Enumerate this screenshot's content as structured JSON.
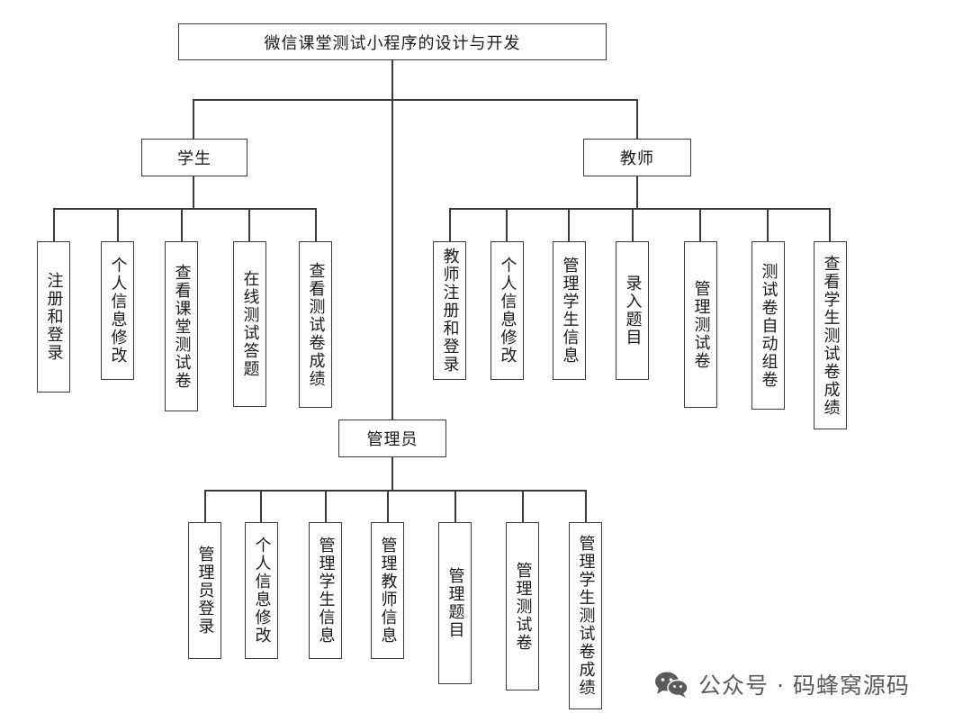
{
  "root": {
    "label": "微信课堂测试小程序的设计与开发"
  },
  "student": {
    "label": "学生",
    "items": [
      "注册和登录",
      "个人信息修改",
      "查看课堂测试卷",
      "在线测试答题",
      "查看测试卷成绩"
    ]
  },
  "teacher": {
    "label": "教师",
    "items": [
      "教师注册和登录",
      "个人信息修改",
      "管理学生信息",
      "录入题目",
      "管理测试卷",
      "测试卷自动组卷",
      "查看学生测试卷成绩"
    ]
  },
  "admin": {
    "label": "管理员",
    "items": [
      "管理员登录",
      "个人信息修改",
      "管理学生信息",
      "管理教师信息",
      "管理题目",
      "管理测试卷",
      "管理学生测试卷成绩"
    ]
  },
  "watermark": {
    "text": "公众号 · 码蜂窝源码",
    "icon": "wechat-icon"
  },
  "colors": {
    "line": "#3a3a3a",
    "box_border": "#3a3a3a",
    "text": "#1a1a1a",
    "watermark": "#5a5a5a"
  }
}
